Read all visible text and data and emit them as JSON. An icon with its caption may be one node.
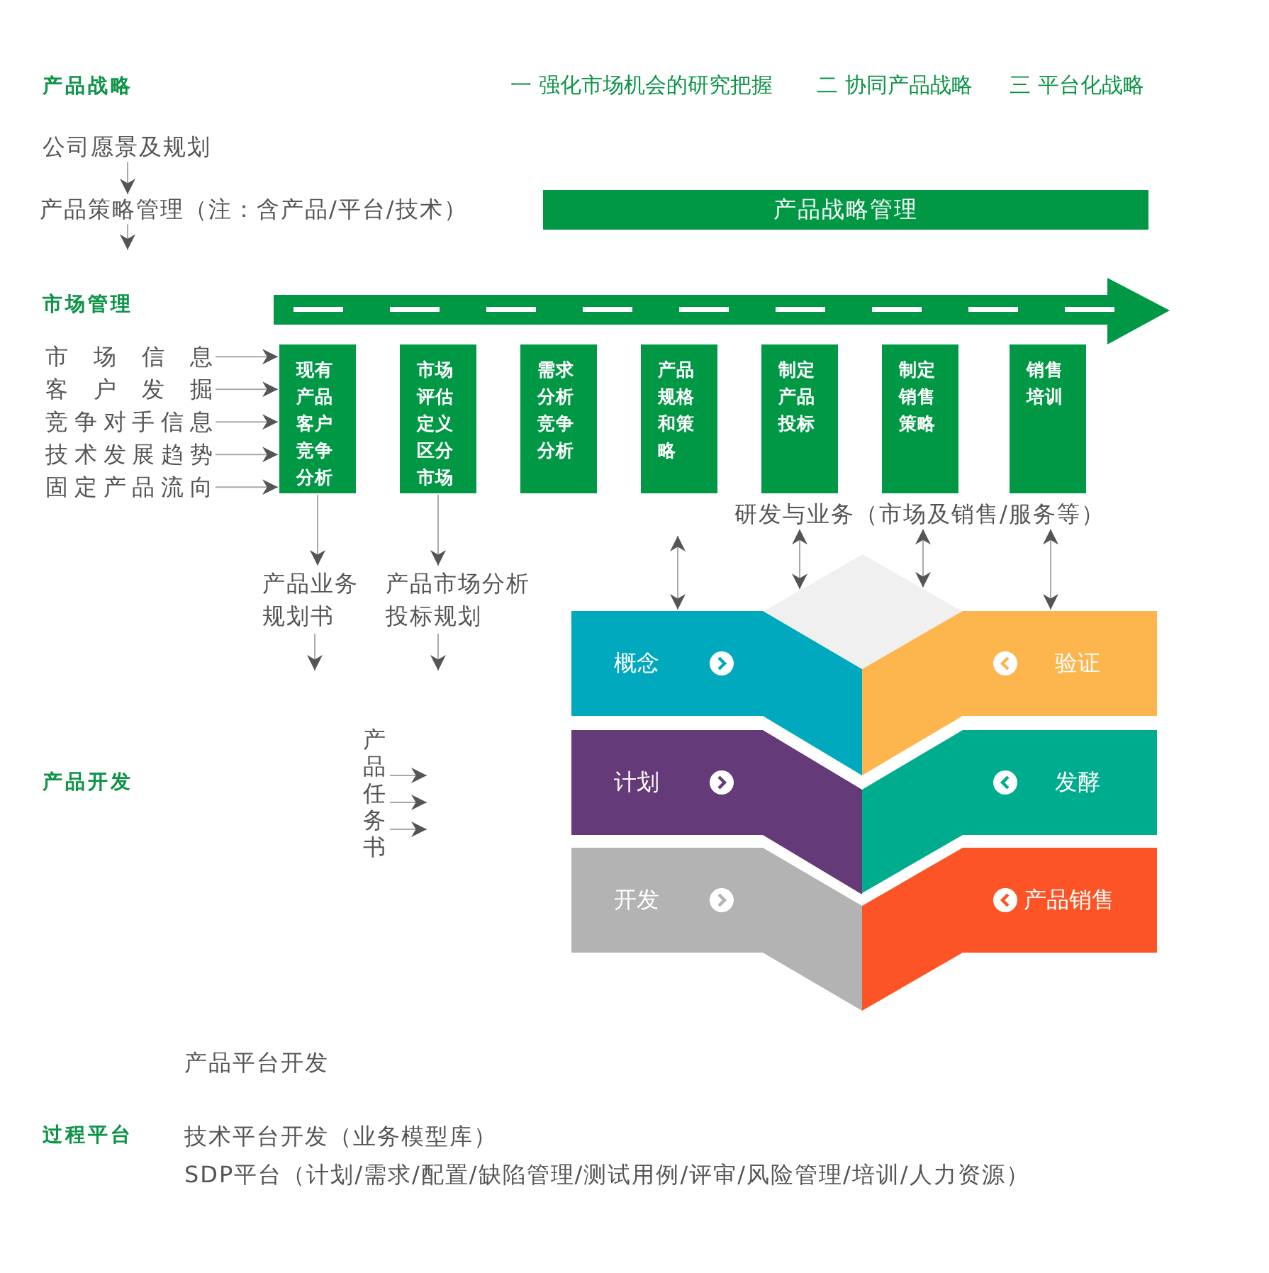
{
  "diagram": {
    "nodes": [
      {
        "text": [
          "产品战略管理"
        ]
      },
      {
        "text": [
          "公司愿景及规划"
        ]
      },
      {
        "text": [
          "产品策略管理（注：含产品/平台/技术）"
        ]
      },
      {
        "text": [
          "市场信息"
        ]
      },
      {
        "text": [
          "客户发掘"
        ]
      },
      {
        "text": [
          "竞争对手信息"
        ]
      },
      {
        "text": [
          "技术发展趋势"
        ]
      },
      {
        "text": [
          "固定产品流向"
        ]
      },
      {
        "text": [
          "现有产品客户竞争分析"
        ]
      },
      {
        "text": [
          "市场评估定义区分市场"
        ]
      },
      {
        "text": [
          "需求分析竞争分析"
        ]
      },
      {
        "text": [
          "产品规格和策略"
        ]
      },
      {
        "text": [
          "制定产品投标"
        ]
      },
      {
        "text": [
          "制定销售策略"
        ]
      },
      {
        "text": [
          "销售培训"
        ]
      },
      {
        "text": [
          "产品业务规划书"
        ]
      },
      {
        "text": [
          "产品市场分析投标规划"
        ]
      },
      {
        "text": [
          "产品任务书"
        ]
      },
      {
        "text": [
          "概念"
        ]
      },
      {
        "text": [
          "计划"
        ]
      },
      {
        "text": [
          "开发"
        ]
      },
      {
        "text": [
          "验证"
        ]
      },
      {
        "text": [
          "发酵"
        ]
      },
      {
        "text": [
          "产品销售"
        ]
      },
      {
        "text": [],
        "shape": "diamond"
      },
      {
        "text": [
          "研发与业务（市场及销售/服务等）"
        ]
      }
    ],
    "edges": [
      {
        "from": 1,
        "to": 2,
        "arrow": "to"
      },
      {
        "from": 2,
        "to": null,
        "arrow": "to"
      },
      {
        "from": 3,
        "to": 8,
        "arrow": "to"
      },
      {
        "from": 4,
        "to": 8,
        "arrow": "to"
      },
      {
        "from": 5,
        "to": 8,
        "arrow": "to"
      },
      {
        "from": 6,
        "to": 8,
        "arrow": "to"
      },
      {
        "from": 7,
        "to": 8,
        "arrow": "to"
      },
      {
        "from": 8,
        "to": 15,
        "arrow": "to"
      },
      {
        "from": 9,
        "to": 16,
        "arrow": "to"
      },
      {
        "from": 15,
        "to": null,
        "arrow": "to"
      },
      {
        "from": 16,
        "to": null,
        "arrow": "to"
      },
      {
        "from": 17,
        "to": null,
        "arrow": "to"
      },
      {
        "from": 17,
        "to": null,
        "arrow": "to"
      },
      {
        "from": 17,
        "to": null,
        "arrow": "to"
      },
      {
        "from": null,
        "to": 18,
        "arrow": "both"
      },
      {
        "from": 25,
        "to": 24,
        "arrow": "both"
      },
      {
        "from": 25,
        "to": 24,
        "arrow": "both"
      },
      {
        "from": 25,
        "to": 21,
        "arrow": "both"
      }
    ],
    "labels": [
      "产品战略",
      "一 强化市场机会的研究把握",
      "二 协同产品战略",
      "三 平台化战略",
      "市场管理",
      "产品开发",
      "产品平台开发",
      "过程平台",
      "技术平台开发（业务模型库）",
      "SDP平台（计划/需求/配置/缺陷管理/测试用例/评审/风险管理/培训/人力资源）"
    ]
  }
}
